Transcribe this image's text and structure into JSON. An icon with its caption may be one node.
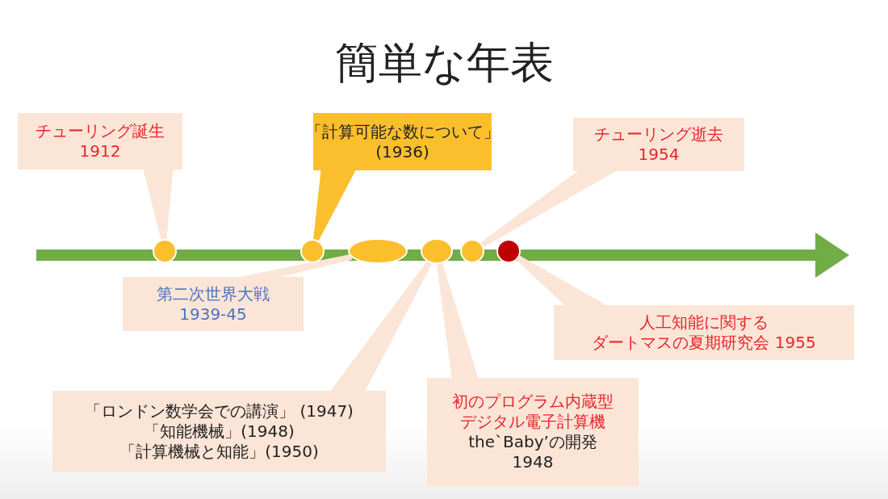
{
  "diagram": {
    "title": "簡単な年表",
    "nodes": [
      {
        "text": [
          "チューリング誕生",
          "1912"
        ]
      },
      {
        "text": [],
        "shape": "circle"
      },
      {
        "text": [
          "「計算可能な数について」",
          "(1936)"
        ]
      },
      {
        "text": [],
        "shape": "circle"
      },
      {
        "text": [],
        "shape": "ellipse"
      },
      {
        "text": [
          "第二次世界大戦",
          "1939-45"
        ]
      },
      {
        "text": [],
        "shape": "ellipse"
      },
      {
        "text": [
          "「ロンドン数学会での講演」 (1947)",
          "「知能機械」(1948)",
          "「計算機械と知能」(1950)"
        ]
      },
      {
        "text": [
          "初のプログラム内蔵型",
          "デジタル電子計算機",
          "the`Baby’の開発",
          "1948"
        ]
      },
      {
        "text": [],
        "shape": "circle"
      },
      {
        "text": [
          "チューリング逝去",
          "1954"
        ]
      },
      {
        "text": [],
        "shape": "circle"
      },
      {
        "text": [
          "人工知能に関する",
          "ダートマスの夏期研究会 1955"
        ]
      }
    ],
    "edges": [
      {
        "from": 0,
        "to": 1,
        "arrow": "none"
      },
      {
        "from": 2,
        "to": 3,
        "arrow": "none",
        "color": "#fbbf2d"
      },
      {
        "from": 5,
        "to": 4,
        "arrow": "none"
      },
      {
        "from": 7,
        "to": 6,
        "arrow": "none"
      },
      {
        "from": 8,
        "to": 6,
        "arrow": "none"
      },
      {
        "from": 10,
        "to": 9,
        "arrow": "none"
      },
      {
        "from": 12,
        "to": 11,
        "arrow": "none"
      }
    ]
  }
}
